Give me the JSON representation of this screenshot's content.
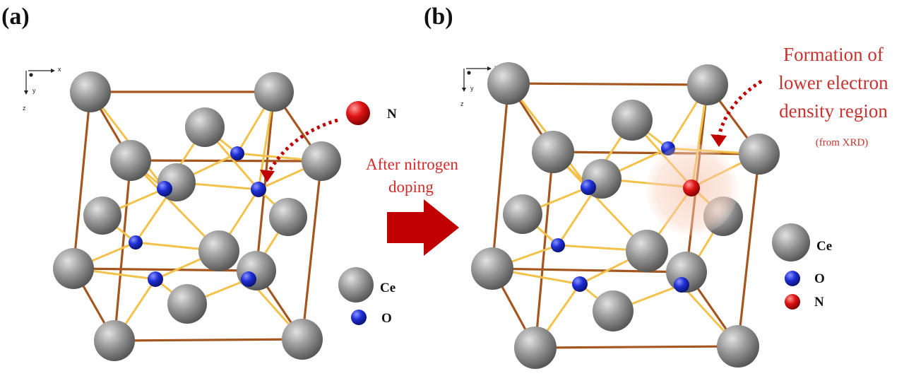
{
  "panels": {
    "a": {
      "label": "(a)"
    },
    "b": {
      "label": "(b)"
    }
  },
  "axes": {
    "x": "x",
    "y": "y",
    "z": "z"
  },
  "panel_a": {
    "dopant_label": "N",
    "legend": {
      "ce": "Ce",
      "o": "O"
    }
  },
  "middle_arrow": {
    "line1": "After nitrogen",
    "line2": "doping"
  },
  "panel_b": {
    "annotation": {
      "line1": "Formation of",
      "line2": "lower electron",
      "line3": "density region",
      "source": "(from XRD)"
    },
    "legend": {
      "ce": "Ce",
      "o": "O",
      "n": "N"
    }
  },
  "colors": {
    "ce_atom": "#8c8c8c",
    "o_atom": "#1f2fd6",
    "n_atom": "#e01515",
    "cell_edge": "#a5561f",
    "ce_o_bond": "#f2c24a",
    "accent_red": "#d42a2a",
    "arrow_dark_red": "#c00000"
  }
}
